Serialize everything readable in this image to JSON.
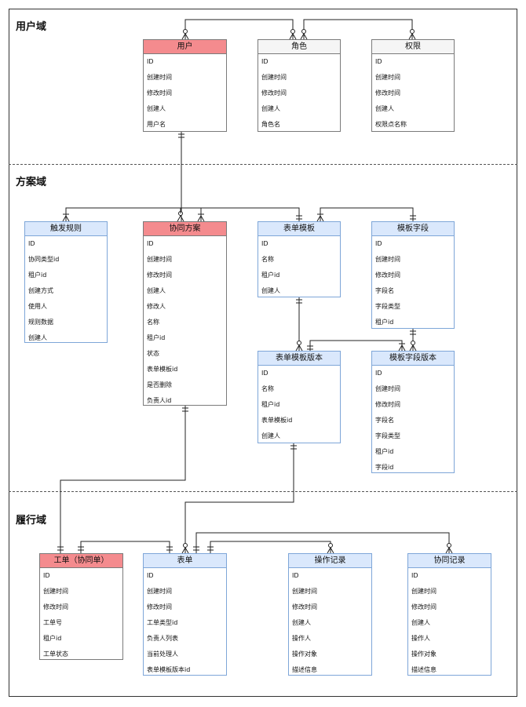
{
  "sections": [
    {
      "id": "user",
      "title": "用户域"
    },
    {
      "id": "plan",
      "title": "方案域"
    },
    {
      "id": "exec",
      "title": "履行域"
    }
  ],
  "entities": {
    "user": {
      "title": "用户",
      "fields": [
        "ID",
        "创建时间",
        "修改时间",
        "创建人",
        "用户名"
      ]
    },
    "role": {
      "title": "角色",
      "fields": [
        "ID",
        "创建时间",
        "修改时间",
        "创建人",
        "角色名"
      ]
    },
    "perm": {
      "title": "权限",
      "fields": [
        "ID",
        "创建时间",
        "修改时间",
        "创建人",
        "权限点名称"
      ]
    },
    "trigger": {
      "title": "触发规则",
      "fields": [
        "ID",
        "协同类型id",
        "租户id",
        "创建方式",
        "使用人",
        "规则数据",
        "创建人"
      ]
    },
    "plan": {
      "title": "协同方案",
      "fields": [
        "ID",
        "创建时间",
        "修改时间",
        "创建人",
        "修改人",
        "名称",
        "租户id",
        "状态",
        "表单模板id",
        "是否删除",
        "负责人id"
      ]
    },
    "formtpl": {
      "title": "表单模板",
      "fields": [
        "ID",
        "名称",
        "租户id",
        "创建人"
      ]
    },
    "fieldtpl": {
      "title": "模板字段",
      "fields": [
        "ID",
        "创建时间",
        "修改时间",
        "字段名",
        "字段类型",
        "租户id"
      ]
    },
    "formver": {
      "title": "表单模板版本",
      "fields": [
        "ID",
        "名称",
        "租户id",
        "表单模板id",
        "创建人"
      ]
    },
    "fieldver": {
      "title": "模板字段版本",
      "fields": [
        "ID",
        "创建时间",
        "修改时间",
        "字段名",
        "字段类型",
        "租户id",
        "字段id"
      ]
    },
    "order": {
      "title": "工单（协同单）",
      "fields": [
        "ID",
        "创建时间",
        "修改时间",
        "工单号",
        "租户id",
        "工单状态"
      ]
    },
    "form": {
      "title": "表单",
      "fields": [
        "ID",
        "创建时间",
        "修改时间",
        "工单类型id",
        "负责人列表",
        "当前处理人",
        "表单模板版本id"
      ]
    },
    "oplog": {
      "title": "操作记录",
      "fields": [
        "ID",
        "创建时间",
        "修改时间",
        "创建人",
        "操作人",
        "操作对象",
        "描述信息"
      ]
    },
    "colog": {
      "title": "协同记录",
      "fields": [
        "ID",
        "创建时间",
        "修改时间",
        "创建人",
        "操作人",
        "操作对象",
        "描述信息"
      ]
    }
  },
  "colors": {
    "red_header": "#f48b8e",
    "blue_header": "#dae8fc",
    "gray_header": "#f5f5f5",
    "blue_border": "#7ea6d8",
    "line": "#222222"
  }
}
